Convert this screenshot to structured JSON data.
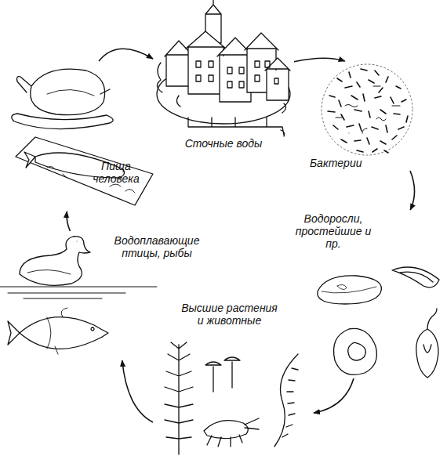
{
  "diagram": {
    "nodes": [
      {
        "text": [
          "Сточные воды"
        ]
      },
      {
        "text": [
          "Бактерии"
        ]
      },
      {
        "text": [
          "Водоросли, простейшие и пр."
        ]
      },
      {
        "text": [
          "Высшие растения и животные"
        ]
      },
      {
        "text": [
          "Водоплавающие птицы, рыбы"
        ]
      },
      {
        "text": [
          "Пища человека"
        ]
      }
    ],
    "edges": [
      {
        "from": 0,
        "to": 1,
        "arrow": "to"
      },
      {
        "from": 1,
        "to": 2,
        "arrow": "to"
      },
      {
        "from": 2,
        "to": 3,
        "arrow": "to"
      },
      {
        "from": 3,
        "to": 4,
        "arrow": "to"
      },
      {
        "from": 4,
        "to": 5,
        "arrow": "to"
      },
      {
        "from": 5,
        "to": 0,
        "arrow": "to"
      }
    ]
  }
}
